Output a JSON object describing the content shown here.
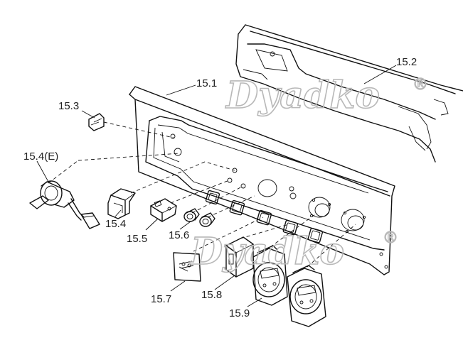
{
  "labels": {
    "p15_1": "15.1",
    "p15_2": "15.2",
    "p15_3": "15.3",
    "p15_4": "15.4(E)",
    "p15_4b": "15.4",
    "p15_5": "15.5",
    "p15_6": "15.6",
    "p15_7": "15.7",
    "p15_8": "15.8",
    "p15_9": "15.9"
  },
  "watermark": {
    "brand": "Dyadko",
    "registered": "®",
    "color": "#b8b8b8"
  },
  "colors": {
    "line": "#111111",
    "background": "#ffffff"
  }
}
